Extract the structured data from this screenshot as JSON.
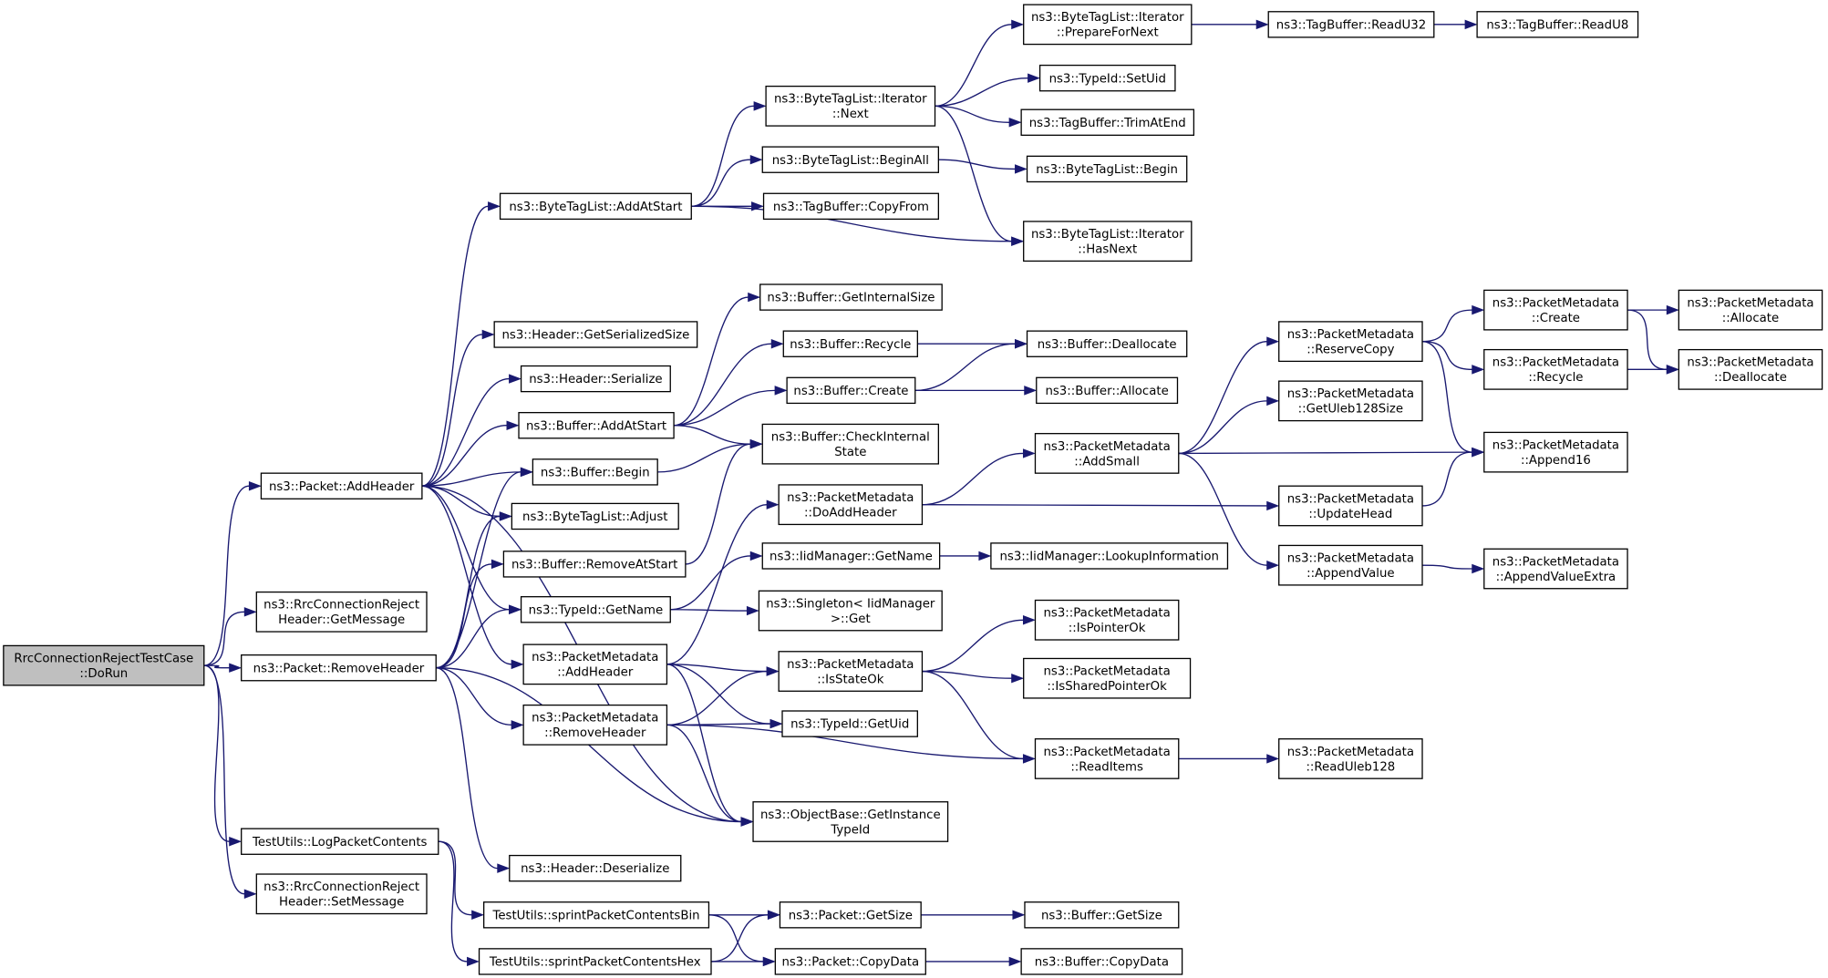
{
  "graph": {
    "type": "call-graph",
    "edge_color": "#191970",
    "root_fill": "#bfbfbf",
    "nodes": [
      {
        "id": "root",
        "lines": [
          "RrcConnectionRejectTestCase",
          "::DoRun"
        ],
        "root": true
      },
      {
        "id": "pkt_addheader",
        "lines": [
          "ns3::Packet::AddHeader"
        ]
      },
      {
        "id": "rrc_getmessage",
        "lines": [
          "ns3::RrcConnectionReject",
          "Header::GetMessage"
        ]
      },
      {
        "id": "pkt_removeheader",
        "lines": [
          "ns3::Packet::RemoveHeader"
        ]
      },
      {
        "id": "logpacket",
        "lines": [
          "TestUtils::LogPacketContents"
        ]
      },
      {
        "id": "rrc_setmessage",
        "lines": [
          "ns3::RrcConnectionReject",
          "Header::SetMessage"
        ]
      },
      {
        "id": "btl_addatstart",
        "lines": [
          "ns3::ByteTagList::AddAtStart"
        ]
      },
      {
        "id": "hdr_getserialized",
        "lines": [
          "ns3::Header::GetSerializedSize"
        ]
      },
      {
        "id": "hdr_serialize",
        "lines": [
          "ns3::Header::Serialize"
        ]
      },
      {
        "id": "buf_addatstart",
        "lines": [
          "ns3::Buffer::AddAtStart"
        ]
      },
      {
        "id": "buf_begin",
        "lines": [
          "ns3::Buffer::Begin"
        ]
      },
      {
        "id": "btl_adjust",
        "lines": [
          "ns3::ByteTagList::Adjust"
        ]
      },
      {
        "id": "buf_removeatstart",
        "lines": [
          "ns3::Buffer::RemoveAtStart"
        ]
      },
      {
        "id": "typeid_getname",
        "lines": [
          "ns3::TypeId::GetName"
        ]
      },
      {
        "id": "pm_addheader",
        "lines": [
          "ns3::PacketMetadata",
          "::AddHeader"
        ]
      },
      {
        "id": "pm_removeheader",
        "lines": [
          "ns3::PacketMetadata",
          "::RemoveHeader"
        ]
      },
      {
        "id": "hdr_deserialize",
        "lines": [
          "ns3::Header::Deserialize"
        ]
      },
      {
        "id": "sprint_bin",
        "lines": [
          "TestUtils::sprintPacketContentsBin"
        ]
      },
      {
        "id": "sprint_hex",
        "lines": [
          "TestUtils::sprintPacketContentsHex"
        ]
      },
      {
        "id": "btl_it_next",
        "lines": [
          "ns3::ByteTagList::Iterator",
          "::Next"
        ]
      },
      {
        "id": "btl_beginall",
        "lines": [
          "ns3::ByteTagList::BeginAll"
        ]
      },
      {
        "id": "tb_copyfrom",
        "lines": [
          "ns3::TagBuffer::CopyFrom"
        ]
      },
      {
        "id": "buf_getinternalsize",
        "lines": [
          "ns3::Buffer::GetInternalSize"
        ]
      },
      {
        "id": "buf_recycle",
        "lines": [
          "ns3::Buffer::Recycle"
        ]
      },
      {
        "id": "buf_create",
        "lines": [
          "ns3::Buffer::Create"
        ]
      },
      {
        "id": "buf_checkinternal",
        "lines": [
          "ns3::Buffer::CheckInternal",
          "State"
        ]
      },
      {
        "id": "pm_doaddheader",
        "lines": [
          "ns3::PacketMetadata",
          "::DoAddHeader"
        ]
      },
      {
        "id": "iid_getname",
        "lines": [
          "ns3::IidManager::GetName"
        ]
      },
      {
        "id": "singleton_get",
        "lines": [
          "ns3::Singleton< IidManager",
          ">::Get"
        ]
      },
      {
        "id": "pm_isstateok",
        "lines": [
          "ns3::PacketMetadata",
          "::IsStateOk"
        ]
      },
      {
        "id": "typeid_getuid",
        "lines": [
          "ns3::TypeId::GetUid"
        ]
      },
      {
        "id": "ob_getinstancetypeid",
        "lines": [
          "ns3::ObjectBase::GetInstance",
          "TypeId"
        ]
      },
      {
        "id": "pkt_getsize",
        "lines": [
          "ns3::Packet::GetSize"
        ]
      },
      {
        "id": "pkt_copydata",
        "lines": [
          "ns3::Packet::CopyData"
        ]
      },
      {
        "id": "btl_it_preparefornext",
        "lines": [
          "ns3::ByteTagList::Iterator",
          "::PrepareForNext"
        ]
      },
      {
        "id": "typeid_setuid",
        "lines": [
          "ns3::TypeId::SetUid"
        ]
      },
      {
        "id": "tb_trimatend",
        "lines": [
          "ns3::TagBuffer::TrimAtEnd"
        ]
      },
      {
        "id": "btl_begin",
        "lines": [
          "ns3::ByteTagList::Begin"
        ]
      },
      {
        "id": "btl_it_hasnext",
        "lines": [
          "ns3::ByteTagList::Iterator",
          "::HasNext"
        ]
      },
      {
        "id": "buf_deallocate",
        "lines": [
          "ns3::Buffer::Deallocate"
        ]
      },
      {
        "id": "buf_allocate",
        "lines": [
          "ns3::Buffer::Allocate"
        ]
      },
      {
        "id": "pm_addsmall",
        "lines": [
          "ns3::PacketMetadata",
          "::AddSmall"
        ]
      },
      {
        "id": "iid_lookup",
        "lines": [
          "ns3::IidManager::LookupInformation"
        ]
      },
      {
        "id": "pm_ispointerok",
        "lines": [
          "ns3::PacketMetadata",
          "::IsPointerOk"
        ]
      },
      {
        "id": "pm_issharedpointerok",
        "lines": [
          "ns3::PacketMetadata",
          "::IsSharedPointerOk"
        ]
      },
      {
        "id": "pm_readitems",
        "lines": [
          "ns3::PacketMetadata",
          "::ReadItems"
        ]
      },
      {
        "id": "buf_getsize",
        "lines": [
          "ns3::Buffer::GetSize"
        ]
      },
      {
        "id": "buf_copydata",
        "lines": [
          "ns3::Buffer::CopyData"
        ]
      },
      {
        "id": "tb_readu32",
        "lines": [
          "ns3::TagBuffer::ReadU32"
        ]
      },
      {
        "id": "pm_reservecopy",
        "lines": [
          "ns3::PacketMetadata",
          "::ReserveCopy"
        ]
      },
      {
        "id": "pm_getuleb128size",
        "lines": [
          "ns3::PacketMetadata",
          "::GetUleb128Size"
        ]
      },
      {
        "id": "pm_updatehead",
        "lines": [
          "ns3::PacketMetadata",
          "::UpdateHead"
        ]
      },
      {
        "id": "pm_appendvalue",
        "lines": [
          "ns3::PacketMetadata",
          "::AppendValue"
        ]
      },
      {
        "id": "pm_readuleb128",
        "lines": [
          "ns3::PacketMetadata",
          "::ReadUleb128"
        ]
      },
      {
        "id": "tb_readu8",
        "lines": [
          "ns3::TagBuffer::ReadU8"
        ]
      },
      {
        "id": "pm_create",
        "lines": [
          "ns3::PacketMetadata",
          "::Create"
        ]
      },
      {
        "id": "pm_recycle",
        "lines": [
          "ns3::PacketMetadata",
          "::Recycle"
        ]
      },
      {
        "id": "pm_append16",
        "lines": [
          "ns3::PacketMetadata",
          "::Append16"
        ]
      },
      {
        "id": "pm_appendvalueextra",
        "lines": [
          "ns3::PacketMetadata",
          "::AppendValueExtra"
        ]
      },
      {
        "id": "pm_allocate",
        "lines": [
          "ns3::PacketMetadata",
          "::Allocate"
        ]
      },
      {
        "id": "pm_deallocate",
        "lines": [
          "ns3::PacketMetadata",
          "::Deallocate"
        ]
      }
    ],
    "edges": [
      [
        "root",
        "pkt_addheader"
      ],
      [
        "root",
        "rrc_getmessage"
      ],
      [
        "root",
        "pkt_removeheader"
      ],
      [
        "root",
        "logpacket"
      ],
      [
        "root",
        "rrc_setmessage"
      ],
      [
        "pkt_addheader",
        "btl_addatstart"
      ],
      [
        "pkt_addheader",
        "hdr_getserialized"
      ],
      [
        "pkt_addheader",
        "hdr_serialize"
      ],
      [
        "pkt_addheader",
        "buf_addatstart"
      ],
      [
        "pkt_addheader",
        "buf_begin"
      ],
      [
        "pkt_addheader",
        "btl_adjust"
      ],
      [
        "pkt_addheader",
        "typeid_getname"
      ],
      [
        "pkt_addheader",
        "pm_addheader"
      ],
      [
        "pkt_addheader",
        "ob_getinstancetypeid"
      ],
      [
        "pkt_removeheader",
        "buf_begin"
      ],
      [
        "pkt_removeheader",
        "btl_adjust"
      ],
      [
        "pkt_removeheader",
        "buf_removeatstart"
      ],
      [
        "pkt_removeheader",
        "typeid_getname"
      ],
      [
        "pkt_removeheader",
        "pm_removeheader"
      ],
      [
        "pkt_removeheader",
        "hdr_deserialize"
      ],
      [
        "pkt_removeheader",
        "ob_getinstancetypeid"
      ],
      [
        "logpacket",
        "sprint_bin"
      ],
      [
        "logpacket",
        "sprint_hex"
      ],
      [
        "btl_addatstart",
        "btl_it_next"
      ],
      [
        "btl_addatstart",
        "btl_beginall"
      ],
      [
        "btl_addatstart",
        "tb_copyfrom"
      ],
      [
        "btl_addatstart",
        "btl_it_hasnext"
      ],
      [
        "btl_it_next",
        "btl_it_preparefornext"
      ],
      [
        "btl_it_next",
        "typeid_setuid"
      ],
      [
        "btl_it_next",
        "tb_trimatend"
      ],
      [
        "btl_it_next",
        "btl_it_hasnext"
      ],
      [
        "btl_beginall",
        "btl_begin"
      ],
      [
        "btl_it_preparefornext",
        "tb_readu32"
      ],
      [
        "tb_readu32",
        "tb_readu8"
      ],
      [
        "buf_addatstart",
        "buf_getinternalsize"
      ],
      [
        "buf_addatstart",
        "buf_recycle"
      ],
      [
        "buf_addatstart",
        "buf_create"
      ],
      [
        "buf_addatstart",
        "buf_checkinternal"
      ],
      [
        "buf_begin",
        "buf_checkinternal"
      ],
      [
        "buf_removeatstart",
        "buf_checkinternal"
      ],
      [
        "buf_recycle",
        "buf_deallocate"
      ],
      [
        "buf_create",
        "buf_deallocate"
      ],
      [
        "buf_create",
        "buf_allocate"
      ],
      [
        "typeid_getname",
        "iid_getname"
      ],
      [
        "typeid_getname",
        "singleton_get"
      ],
      [
        "iid_getname",
        "iid_lookup"
      ],
      [
        "pm_addheader",
        "pm_doaddheader"
      ],
      [
        "pm_addheader",
        "pm_isstateok"
      ],
      [
        "pm_addheader",
        "typeid_getuid"
      ],
      [
        "pm_addheader",
        "ob_getinstancetypeid"
      ],
      [
        "pm_removeheader",
        "pm_isstateok"
      ],
      [
        "pm_removeheader",
        "typeid_getuid"
      ],
      [
        "pm_removeheader",
        "ob_getinstancetypeid"
      ],
      [
        "pm_removeheader",
        "pm_readitems"
      ],
      [
        "pm_doaddheader",
        "pm_addsmall"
      ],
      [
        "pm_doaddheader",
        "pm_updatehead"
      ],
      [
        "pm_isstateok",
        "pm_ispointerok"
      ],
      [
        "pm_isstateok",
        "pm_issharedpointerok"
      ],
      [
        "pm_isstateok",
        "pm_readitems"
      ],
      [
        "pm_readitems",
        "pm_readuleb128"
      ],
      [
        "pm_addsmall",
        "pm_reservecopy"
      ],
      [
        "pm_addsmall",
        "pm_getuleb128size"
      ],
      [
        "pm_addsmall",
        "pm_append16"
      ],
      [
        "pm_addsmall",
        "pm_appendvalue"
      ],
      [
        "pm_reservecopy",
        "pm_create"
      ],
      [
        "pm_reservecopy",
        "pm_recycle"
      ],
      [
        "pm_reservecopy",
        "pm_append16"
      ],
      [
        "pm_updatehead",
        "pm_append16"
      ],
      [
        "pm_appendvalue",
        "pm_appendvalueextra"
      ],
      [
        "pm_create",
        "pm_allocate"
      ],
      [
        "pm_create",
        "pm_deallocate"
      ],
      [
        "pm_recycle",
        "pm_deallocate"
      ],
      [
        "sprint_bin",
        "pkt_getsize"
      ],
      [
        "sprint_bin",
        "pkt_copydata"
      ],
      [
        "sprint_hex",
        "pkt_getsize"
      ],
      [
        "sprint_hex",
        "pkt_copydata"
      ],
      [
        "pkt_getsize",
        "buf_getsize"
      ],
      [
        "pkt_copydata",
        "buf_copydata"
      ]
    ]
  }
}
